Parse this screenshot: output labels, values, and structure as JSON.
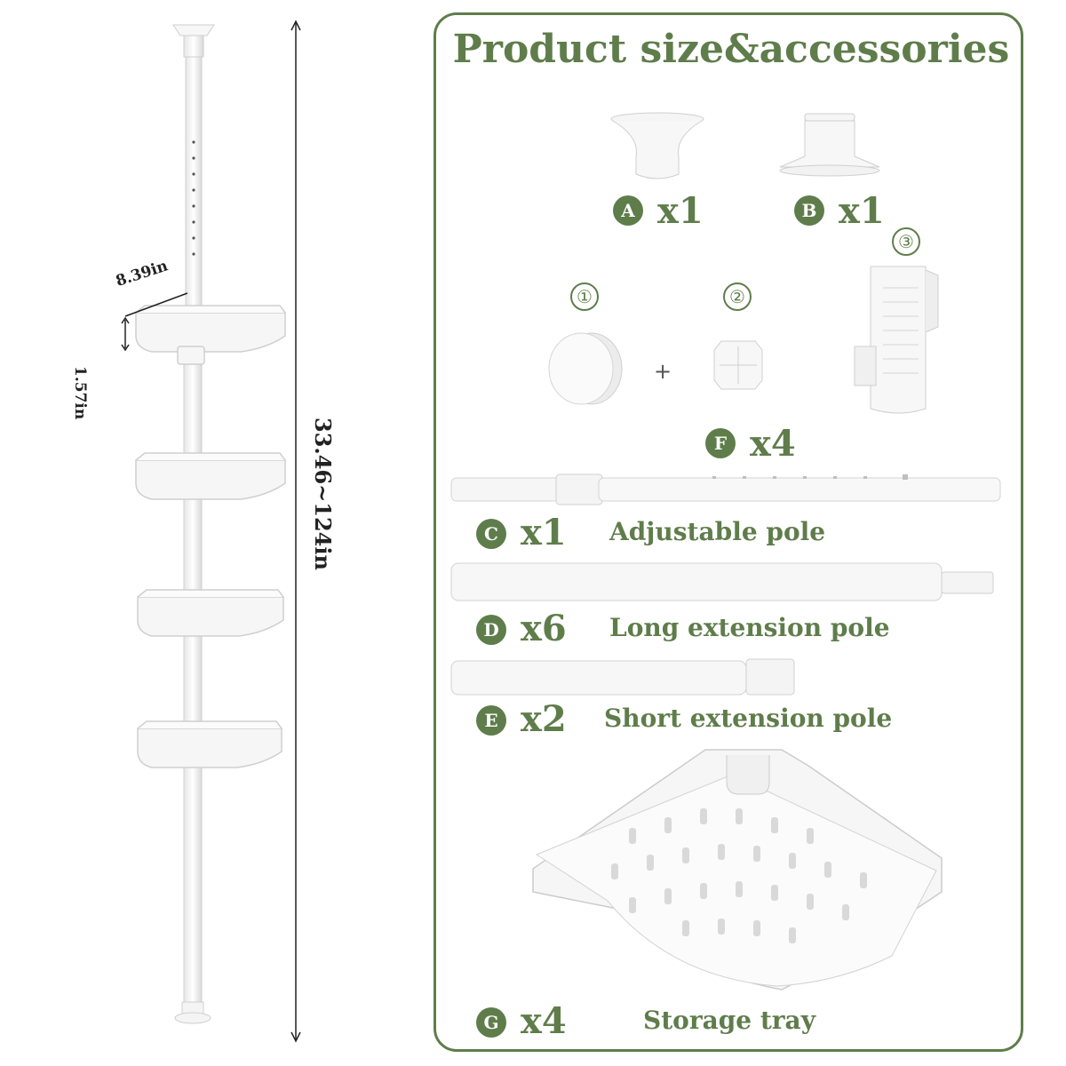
{
  "title": "Product size&accessories",
  "dimensions": {
    "height": "33.46~124in",
    "tray_width": "8.39in",
    "tray_depth": "1.57in"
  },
  "parts": [
    {
      "letter": "A",
      "qty": "x1",
      "label": ""
    },
    {
      "letter": "B",
      "qty": "x1",
      "label": ""
    },
    {
      "letter": "F",
      "qty": "x4",
      "label": ""
    },
    {
      "letter": "C",
      "qty": "x1",
      "label": "Adjustable pole"
    },
    {
      "letter": "D",
      "qty": "x6",
      "label": "Long extension pole"
    },
    {
      "letter": "E",
      "qty": "x2",
      "label": "Short extension pole"
    },
    {
      "letter": "G",
      "qty": "x4",
      "label": "Storage tray"
    }
  ],
  "sub_parts": [
    "①",
    "②",
    "③"
  ],
  "plus": "+",
  "colors": {
    "accent": "#5f7d4b",
    "part_fill": "#f4f4f4",
    "part_stroke": "#cfcfcf"
  }
}
